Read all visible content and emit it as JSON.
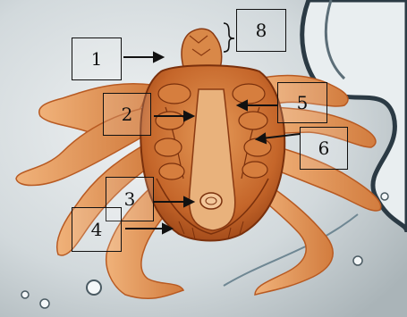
{
  "labels": {
    "l1": "1",
    "l2": "2",
    "l3": "3",
    "l4": "4",
    "l5": "5",
    "l6": "6",
    "l8": "8"
  },
  "colors": {
    "background": "#d3d9dc",
    "tick_body": "#c96a2a",
    "tick_dark": "#8a3a12",
    "leg": "#e0955a",
    "label_border": "#111111"
  }
}
